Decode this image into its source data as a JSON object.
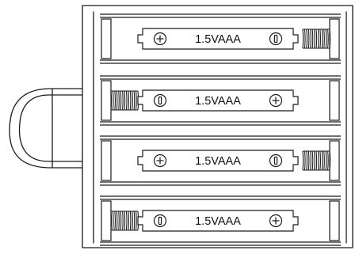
{
  "diagram": {
    "type": "battery-holder-line-drawing",
    "stroke_color": "#1a1a1a",
    "fill_color": "#ffffff",
    "slots": [
      {
        "label": "1.5VAAA",
        "left_symbol": "plus",
        "right_symbol": "minus",
        "spring": "right"
      },
      {
        "label": "1.5VAAA",
        "left_symbol": "minus",
        "right_symbol": "plus",
        "spring": "left"
      },
      {
        "label": "1.5VAAA",
        "left_symbol": "plus",
        "right_symbol": "minus",
        "spring": "right"
      },
      {
        "label": "1.5VAAA",
        "left_symbol": "minus",
        "right_symbol": "plus",
        "spring": "left"
      }
    ]
  }
}
